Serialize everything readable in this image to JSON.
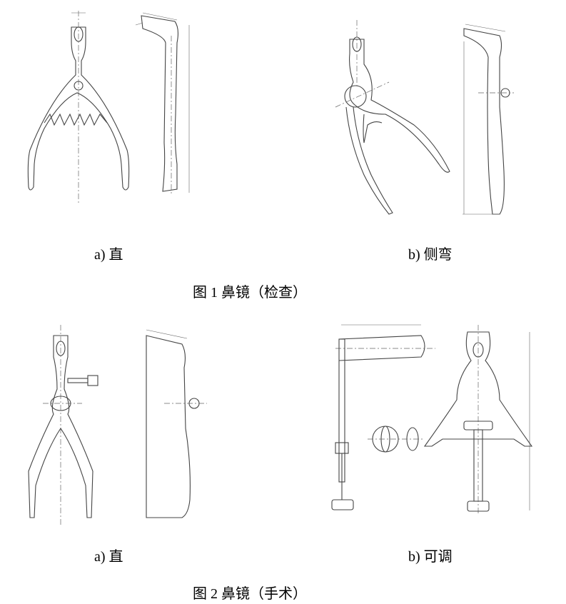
{
  "figure1": {
    "caption_a": "a)  直",
    "caption_b": "b)  侧弯",
    "title": "图 1  鼻镜（检查）"
  },
  "figure2": {
    "caption_a": "a)  直",
    "caption_b": "b)  可调",
    "title": "图 2  鼻镜（手术）"
  }
}
